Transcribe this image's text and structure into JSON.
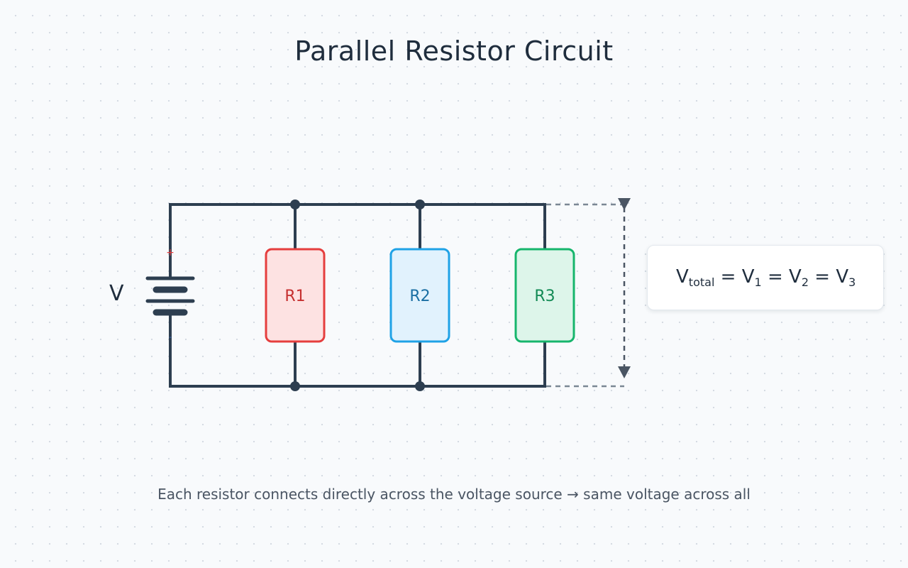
{
  "title": "Parallel Resistor Circuit",
  "source": {
    "label": "V",
    "plus_sign": "+",
    "minus_sign": "-"
  },
  "resistors": [
    {
      "label": "R1",
      "stroke": "#e53e3e",
      "fill": "#fde2e2",
      "text": "#c53030"
    },
    {
      "label": "R2",
      "stroke": "#1fa2e6",
      "fill": "#e1f2fd",
      "text": "#1a6fa3"
    },
    {
      "label": "R3",
      "stroke": "#16b56c",
      "fill": "#ddf5ea",
      "text": "#138a55"
    }
  ],
  "equation": {
    "v": "V",
    "total_sub": "total",
    "eq": " = ",
    "sub1": "1",
    "sub2": "2",
    "sub3": "3"
  },
  "caption": "Each resistor connects directly across the voltage source → same voltage across all",
  "colors": {
    "wire": "#2d3e50",
    "plus": "#e53e3e",
    "minus": "#3b6fd1",
    "measure": "#7b8794"
  }
}
